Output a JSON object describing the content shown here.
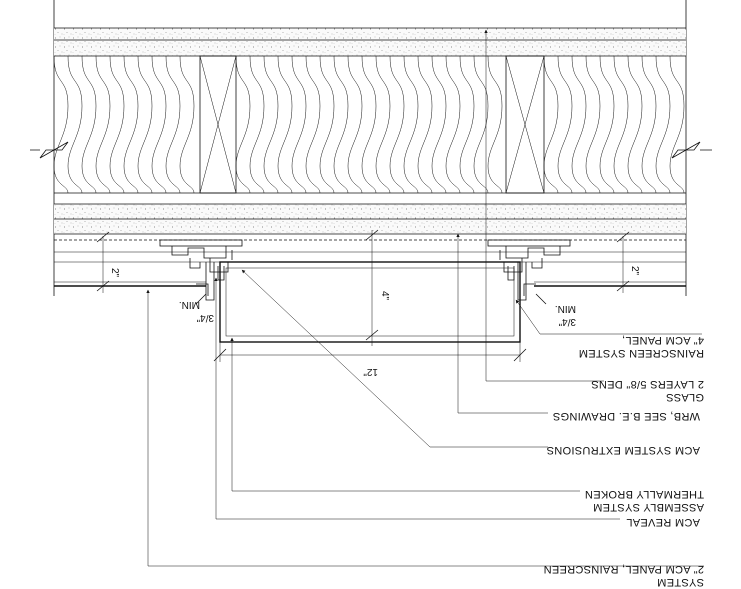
{
  "notes": {
    "acm_panel_2in": [
      "2\" ACM PANEL, RAINSCREEN",
      "SYSTEM"
    ],
    "acm_reveal": [
      "ACM REVEAL"
    ],
    "thermally_broken": [
      "THERMALLY BROKEN",
      "ASSEMBLY SYSTEM"
    ],
    "acm_extrusions": [
      "ACM SYSTEM EXTRUSIONS"
    ],
    "wrb": [
      "WRB, SEE B.E. DRAWINGS"
    ],
    "dens_glass": [
      "2 LAYERS 5/8\" DENS",
      "GLASS"
    ],
    "acm_panel_4in": [
      "4\" ACM PANEL,",
      "RAINSCREEN SYSTEM"
    ]
  },
  "dimensions": {
    "dim_2in_left": "2\"",
    "dim_2in_right": "2\"",
    "dim_4in": "4\"",
    "dim_12in": "12\"",
    "min_left": [
      "3/4\"",
      "MIN."
    ],
    "min_right": [
      "3/4\"",
      "MIN."
    ]
  },
  "colors": {
    "line": "#111111",
    "fill_stipple": "#e9e9e9"
  }
}
